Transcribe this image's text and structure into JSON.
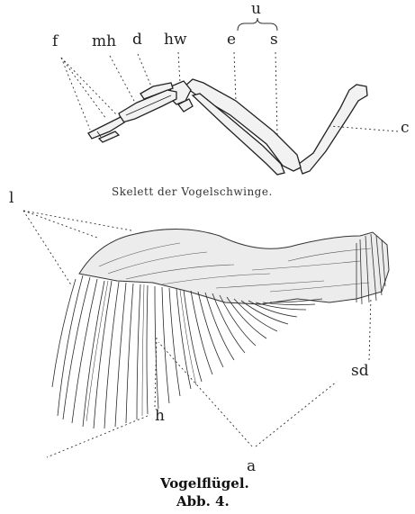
{
  "labels": {
    "f": "f",
    "mh": "mh",
    "d": "d",
    "hw": "hw",
    "e": "e",
    "u": "u",
    "s": "s",
    "c": "c",
    "l": "l",
    "sd": "sd",
    "h": "h",
    "a": "a"
  },
  "captions": {
    "skeleton": "Skelett der Vogelschwinge.",
    "figure_title": "Vogelflügel.",
    "figure_number": "Abb. 4."
  },
  "colors": {
    "ink": "#222222",
    "bone_fill": "#f4f4f4"
  }
}
